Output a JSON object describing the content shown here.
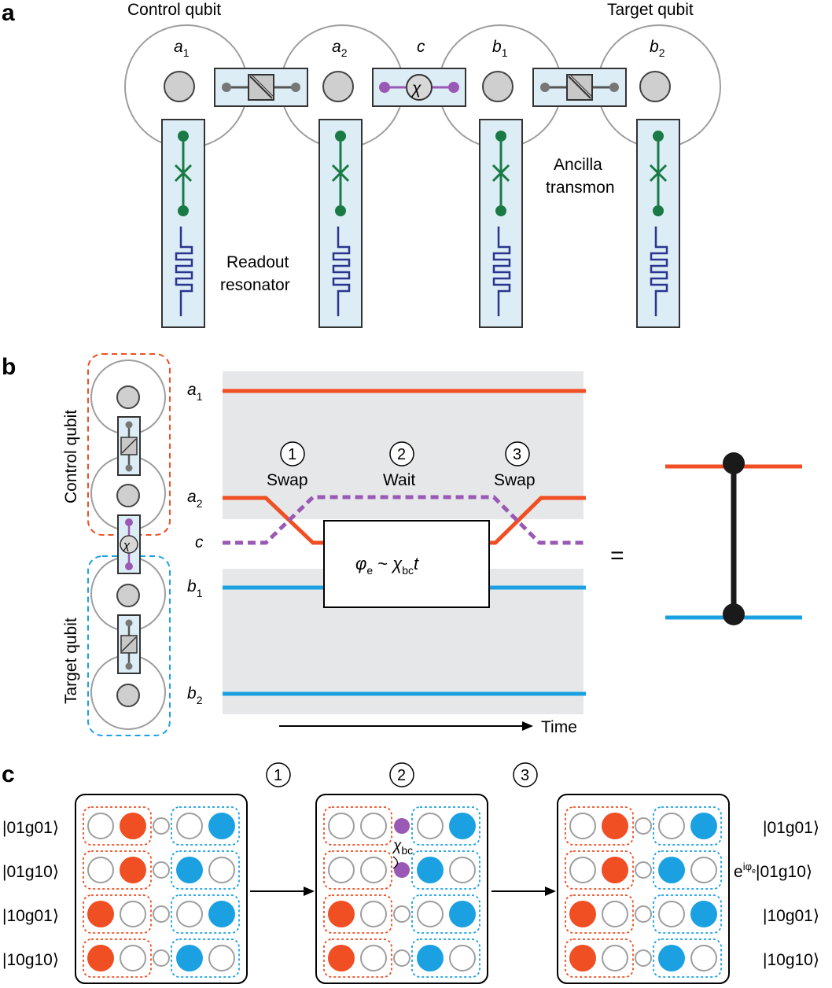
{
  "panels": {
    "a": "a",
    "b": "b",
    "c": "c"
  },
  "panel_a": {
    "control_label": "Control qubit",
    "target_label": "Target qubit",
    "modes": [
      {
        "base": "a",
        "sub": "1"
      },
      {
        "base": "a",
        "sub": "2"
      },
      {
        "base": "c",
        "sub": ""
      },
      {
        "base": "b",
        "sub": "1"
      },
      {
        "base": "b",
        "sub": "2"
      }
    ],
    "chi": "χ",
    "readout_line1": "Readout",
    "readout_line2": "resonator",
    "ancilla_line1": "Ancilla",
    "ancilla_line2": "transmon"
  },
  "panel_b": {
    "control_label": "Control qubit",
    "target_label": "Target qubit",
    "rows": [
      {
        "base": "a",
        "sub": "1"
      },
      {
        "base": "a",
        "sub": "2"
      },
      {
        "base": "c",
        "sub": ""
      },
      {
        "base": "b",
        "sub": "1"
      },
      {
        "base": "b",
        "sub": "2"
      }
    ],
    "steps": [
      {
        "num": "1",
        "label": "Swap"
      },
      {
        "num": "2",
        "label": "Wait"
      },
      {
        "num": "3",
        "label": "Swap"
      }
    ],
    "phase_phi": "φ",
    "phase_phi_sub": "e",
    "phase_sim": " ~ ",
    "phase_chi": "χ",
    "phase_chi_sub": "bc",
    "phase_t": "t",
    "time_label": "Time",
    "equals": "="
  },
  "panel_c": {
    "steps": [
      "1",
      "2",
      "3"
    ],
    "left_kets": [
      "|01g01⟩",
      "|01g10⟩",
      "|10g01⟩",
      "|10g10⟩"
    ],
    "right_kets": [
      "|01g01⟩",
      "|01g10⟩",
      "|10g01⟩",
      "|10g10⟩"
    ],
    "phase_prefix": "e",
    "phase_exp": "iφ",
    "phase_exp_sub": "e",
    "chi": "χ",
    "chi_sub": "bc"
  },
  "colors": {
    "control": "#f04e23",
    "target": "#1ba1e2",
    "coupler": "#9b59b6",
    "junction": "#1a7a45",
    "resonator": "#2a3590",
    "box_fill": "#dcedf5",
    "timing_bg": "#e6e7e8",
    "mode_gray": "#cfcfcf"
  }
}
